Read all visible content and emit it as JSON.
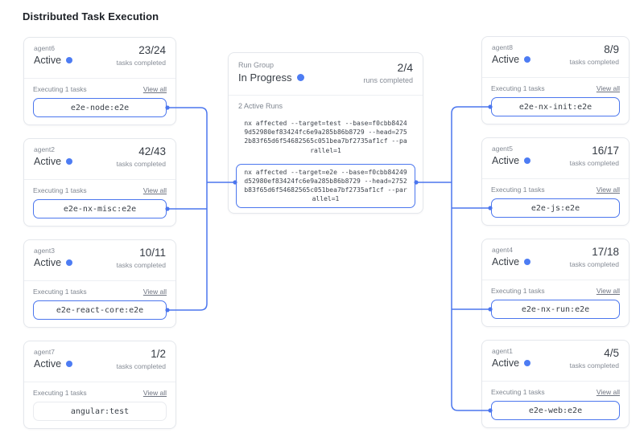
{
  "page_title": "Distributed Task Execution",
  "colors": {
    "accent_blue": "#4b76ee",
    "status_dot_blue": "#4d7cf3",
    "card_border": "#e4e7ec",
    "text_dark": "#3a4048",
    "text_gray": "#868c96"
  },
  "run_group": {
    "label": "Run Group",
    "status": "In Progress",
    "fraction": "2/4",
    "fraction_caption": "runs completed",
    "active_runs_label": "2 Active Runs",
    "commands": [
      {
        "text": "nx affected --target=test --base=f0cbb84249d52980ef83424fc6e9a285b86b8729 --head=2752b83f65d6f54682565c051bea7bf2735af1cf --parallel=1",
        "highlighted": false
      },
      {
        "text": "nx affected --target=e2e --base=f0cbb84249d52980ef83424fc6e9a285b86b8729 --head=2752b83f65d6f54682565c051bea7bf2735af1cf --parallel=1",
        "highlighted": true
      }
    ]
  },
  "agents": {
    "left": [
      {
        "name": "agent6",
        "status": "Active",
        "fraction": "23/24",
        "fraction_caption": "tasks completed",
        "executing_label": "Executing 1 tasks",
        "view_all_label": "View all",
        "task": "e2e-node:e2e",
        "connected": true
      },
      {
        "name": "agent2",
        "status": "Active",
        "fraction": "42/43",
        "fraction_caption": "tasks completed",
        "executing_label": "Executing 1 tasks",
        "view_all_label": "View all",
        "task": "e2e-nx-misc:e2e",
        "connected": true
      },
      {
        "name": "agent3",
        "status": "Active",
        "fraction": "10/11",
        "fraction_caption": "tasks completed",
        "executing_label": "Executing 1 tasks",
        "view_all_label": "View all",
        "task": "e2e-react-core:e2e",
        "connected": true
      },
      {
        "name": "agent7",
        "status": "Active",
        "fraction": "1/2",
        "fraction_caption": "tasks completed",
        "executing_label": "Executing 1 tasks",
        "view_all_label": "View all",
        "task": "angular:test",
        "connected": false
      }
    ],
    "right": [
      {
        "name": "agent8",
        "status": "Active",
        "fraction": "8/9",
        "fraction_caption": "tasks completed",
        "executing_label": "Executing 1 tasks",
        "view_all_label": "View all",
        "task": "e2e-nx-init:e2e",
        "connected": true
      },
      {
        "name": "agent5",
        "status": "Active",
        "fraction": "16/17",
        "fraction_caption": "tasks completed",
        "executing_label": "Executing 1 tasks",
        "view_all_label": "View all",
        "task": "e2e-js:e2e",
        "connected": true
      },
      {
        "name": "agent4",
        "status": "Active",
        "fraction": "17/18",
        "fraction_caption": "tasks completed",
        "executing_label": "Executing 1 tasks",
        "view_all_label": "View all",
        "task": "e2e-nx-run:e2e",
        "connected": true
      },
      {
        "name": "agent1",
        "status": "Active",
        "fraction": "4/5",
        "fraction_caption": "tasks completed",
        "executing_label": "Executing 1 tasks",
        "view_all_label": "View all",
        "task": "e2e-web:e2e",
        "connected": true
      }
    ]
  }
}
